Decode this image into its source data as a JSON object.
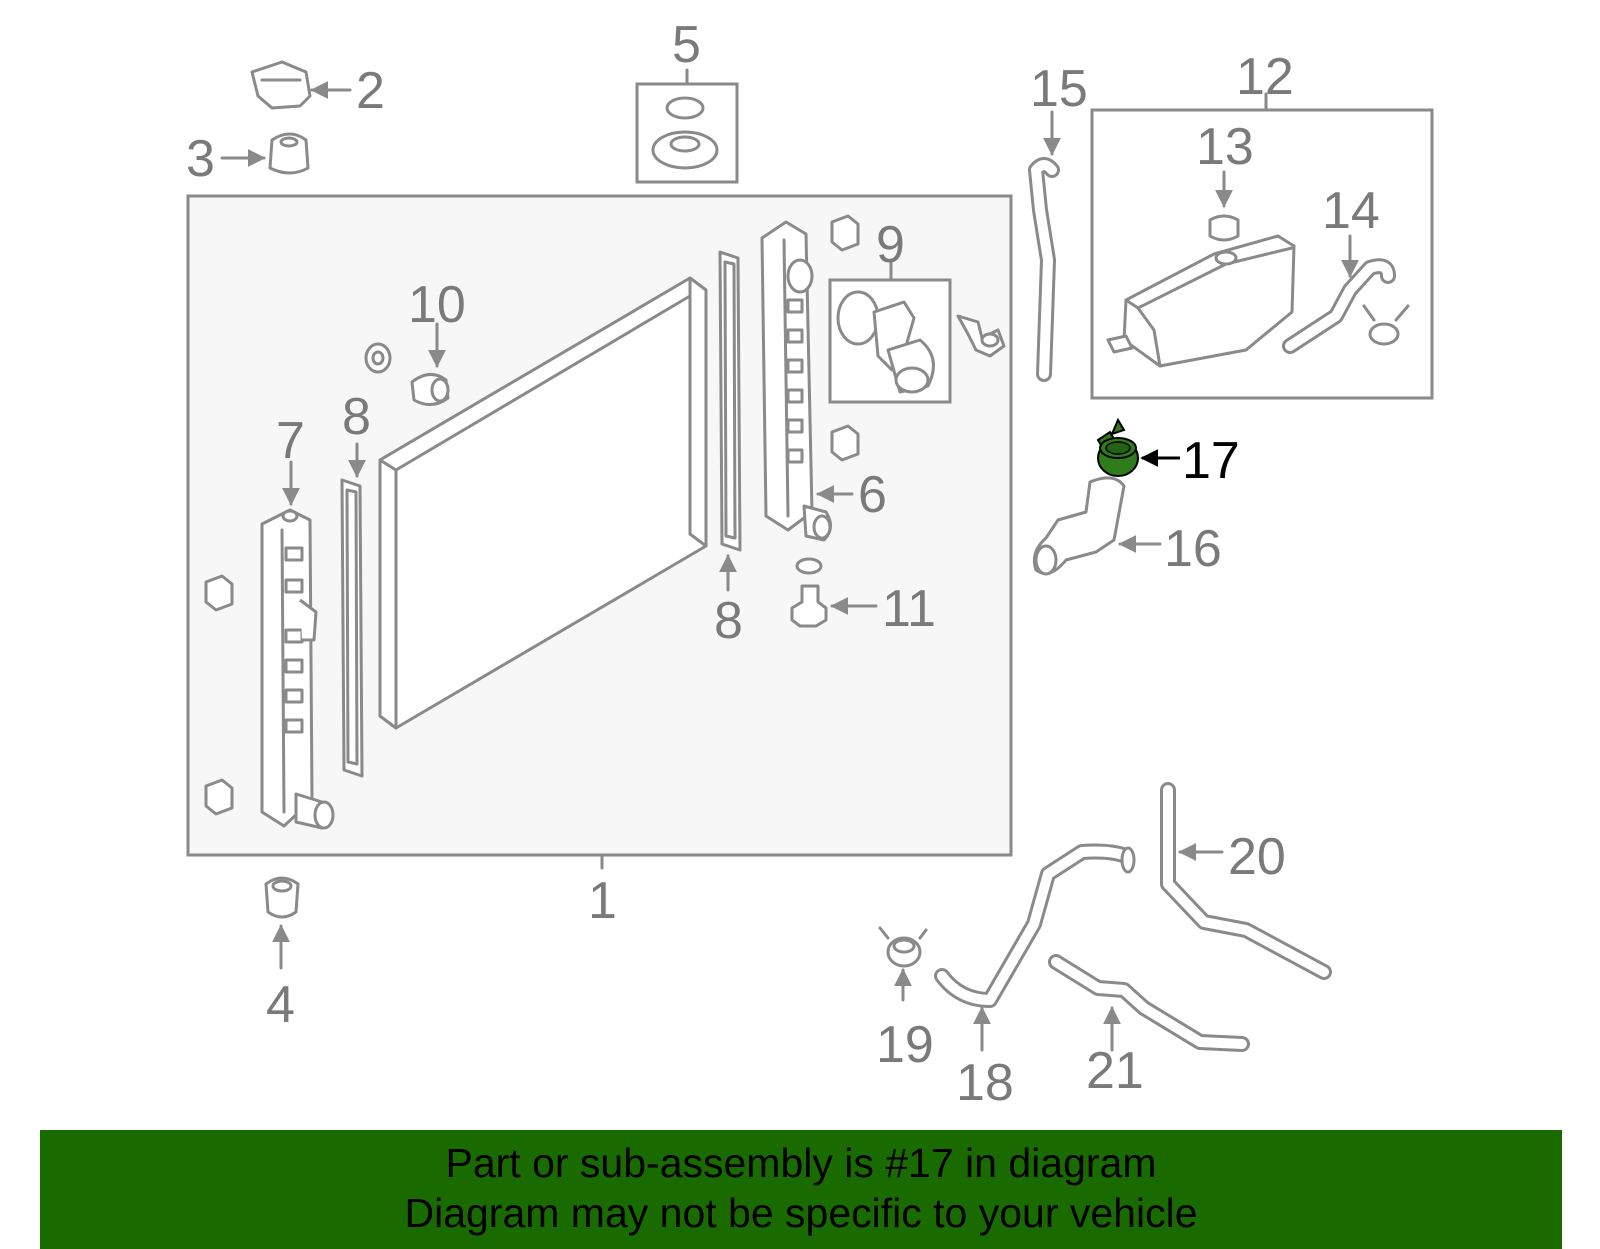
{
  "diagram": {
    "callouts": {
      "c1": "1",
      "c2": "2",
      "c3": "3",
      "c4": "4",
      "c5": "5",
      "c6": "6",
      "c7": "7",
      "c8a": "8",
      "c8b": "8",
      "c9": "9",
      "c10": "10",
      "c11": "11",
      "c12": "12",
      "c13": "13",
      "c14": "14",
      "c15": "15",
      "c16": "16",
      "c17": "17",
      "c18": "18",
      "c19": "19",
      "c20": "20",
      "c21": "21"
    },
    "highlighted_part": "17",
    "highlight_color": "#2e7d1a",
    "part_stroke_color": "#8a8a8a"
  },
  "banner": {
    "line1": "Part or sub-assembly is #17 in diagram",
    "line2": "Diagram may not be specific to your vehicle",
    "background": "#196b00"
  }
}
